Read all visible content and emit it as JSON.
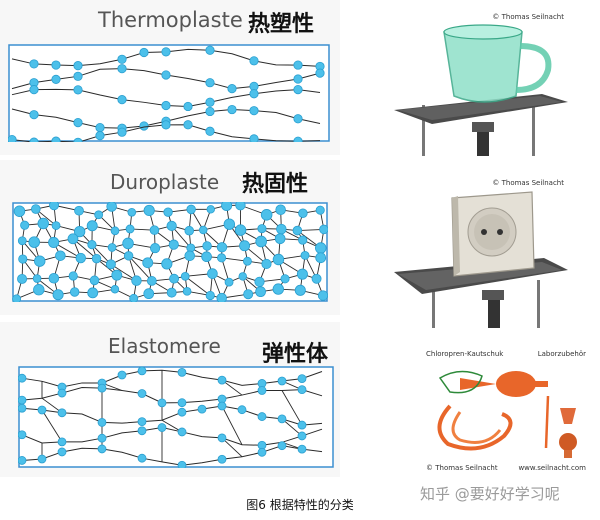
{
  "sections": [
    {
      "title": "Thermoplaste",
      "cn": "热塑性"
    },
    {
      "title": "Duroplaste",
      "cn": "热固性"
    },
    {
      "title": "Elastomere",
      "cn": "弹性体"
    }
  ],
  "photos": [
    {
      "copyright": "© Thomas Seilnacht"
    },
    {
      "copyright": "© Thomas Seilnacht"
    },
    {
      "label_left": "Chloropren-Kautschuk",
      "label_right": "Laborzubehör",
      "copyright": "© Thomas Seilnacht",
      "url": "www.seilnacht.com"
    }
  ],
  "caption": "图6 根据特性的分类",
  "watermark": "知乎 @要好好学习呢",
  "colors": {
    "node": "#4cc0ea",
    "node_stroke": "#2b9fd0",
    "line": "#2a2a2a",
    "frame": "#3b8fd0"
  }
}
